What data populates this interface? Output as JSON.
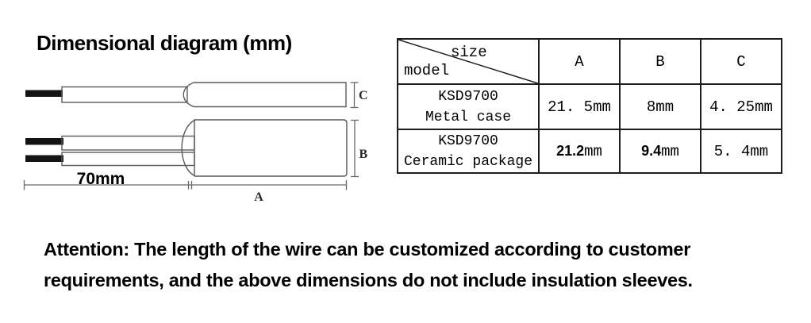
{
  "title": "Dimensional diagram (mm)",
  "diagram": {
    "wire_length_label": "70mm",
    "dim_labels": {
      "a": "A",
      "b": "B",
      "c": "C"
    }
  },
  "table": {
    "corner": {
      "size_label": "size",
      "model_label": "model"
    },
    "columns": [
      "A",
      "B",
      "C"
    ],
    "rows": [
      {
        "model_line1": "KSD9700",
        "model_line2": "Metal case",
        "a": {
          "value": "21. 5",
          "unit": "mm"
        },
        "b": {
          "value": "8",
          "unit": "mm"
        },
        "c": {
          "value": "4. 25",
          "unit": "mm"
        }
      },
      {
        "model_line1": "KSD9700",
        "model_line2": "Ceramic package",
        "a": {
          "value": "21.2",
          "unit": "mm"
        },
        "b": {
          "value": "9.4",
          "unit": "mm"
        },
        "c": {
          "value": "5. 4",
          "unit": "mm"
        }
      }
    ]
  },
  "attention": {
    "line1": "Attention: The length of the wire can be customized according to customer",
    "line2": "requirements, and the above dimensions do not include insulation sleeves."
  }
}
